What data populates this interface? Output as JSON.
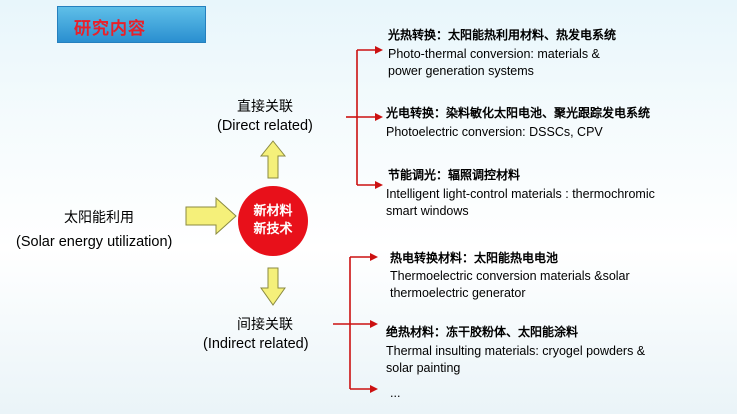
{
  "title": "研究内容",
  "center": {
    "line1": "新材料",
    "line2": "新技术"
  },
  "source": {
    "zh": "太阳能利用",
    "en": "(Solar energy utilization)"
  },
  "direct": {
    "zh": "直接关联",
    "en": "(Direct related)",
    "items": [
      {
        "zh": "光热转换：太阳能热利用材料、热发电系统",
        "en1": "Photo-thermal conversion:  materials &",
        "en2": " power generation systems"
      },
      {
        "zh": "光电转换：染料敏化太阳电池、聚光跟踪发电系统",
        "en1": "Photoelectric conversion: DSSCs, CPV",
        "en2": ""
      },
      {
        "zh": "节能调光：辐照调控材料",
        "en1": " Intelligent light-control materials : thermochromic",
        "en2": "smart windows"
      }
    ]
  },
  "indirect": {
    "zh": "间接关联",
    "en": "(Indirect related)",
    "items": [
      {
        "zh": "热电转换材料：太阳能热电电池",
        "en1": "Thermoelectric conversion materials &solar",
        "en2": "thermoelectric generator"
      },
      {
        "zh": "绝热材料：冻干胶粉体、太阳能涂料",
        "en1": "Thermal insulting materials: cryogel powders &",
        "en2": "solar painting"
      },
      {
        "zh": "...",
        "en1": "",
        "en2": ""
      }
    ]
  },
  "colors": {
    "title_bg": "#3aa3dc",
    "title_text": "#e8202a",
    "circle": "#e8101a",
    "arrow_fill": "#f5f07a",
    "arrow_stroke": "#8a8a40",
    "connector": "#cc1111"
  }
}
